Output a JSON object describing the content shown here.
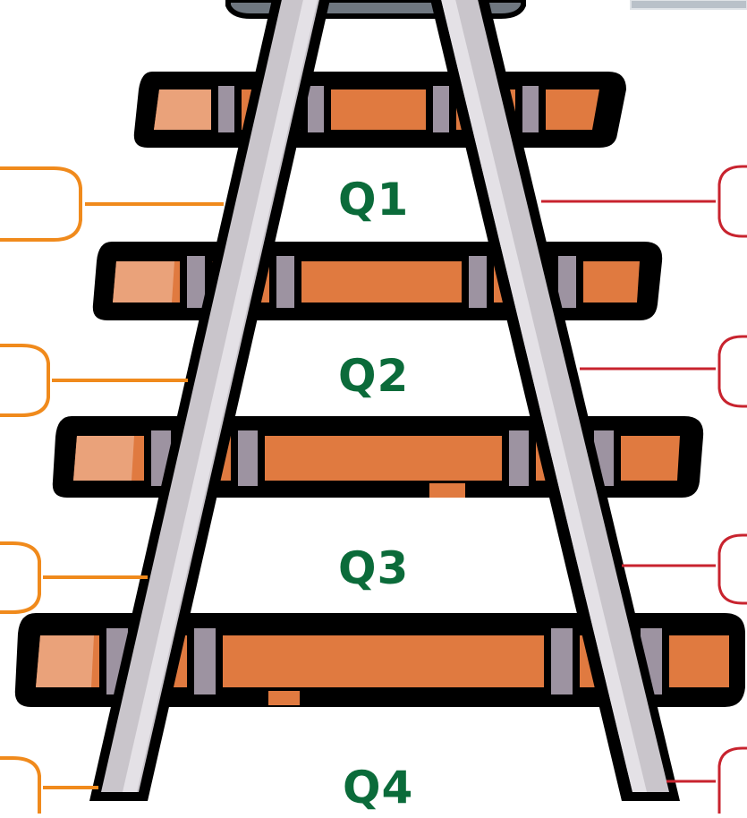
{
  "diagram": {
    "quarters": [
      {
        "label": "Q1"
      },
      {
        "label": "Q2"
      },
      {
        "label": "Q3"
      },
      {
        "label": "Q4"
      }
    ],
    "left_callouts_count": 4,
    "right_callouts_count": 4
  },
  "colors": {
    "outline": "#000000",
    "rail": "#c9c5cb",
    "rail_highlight": "#e4e1e6",
    "tie": "#e07a40",
    "tie_light": "#eaa27a",
    "clip": "#9d93a1",
    "label_green": "#0b6b3a",
    "left_callout": "#f08a1c",
    "right_callout": "#c8232e",
    "train_gray": "#6f7780"
  }
}
